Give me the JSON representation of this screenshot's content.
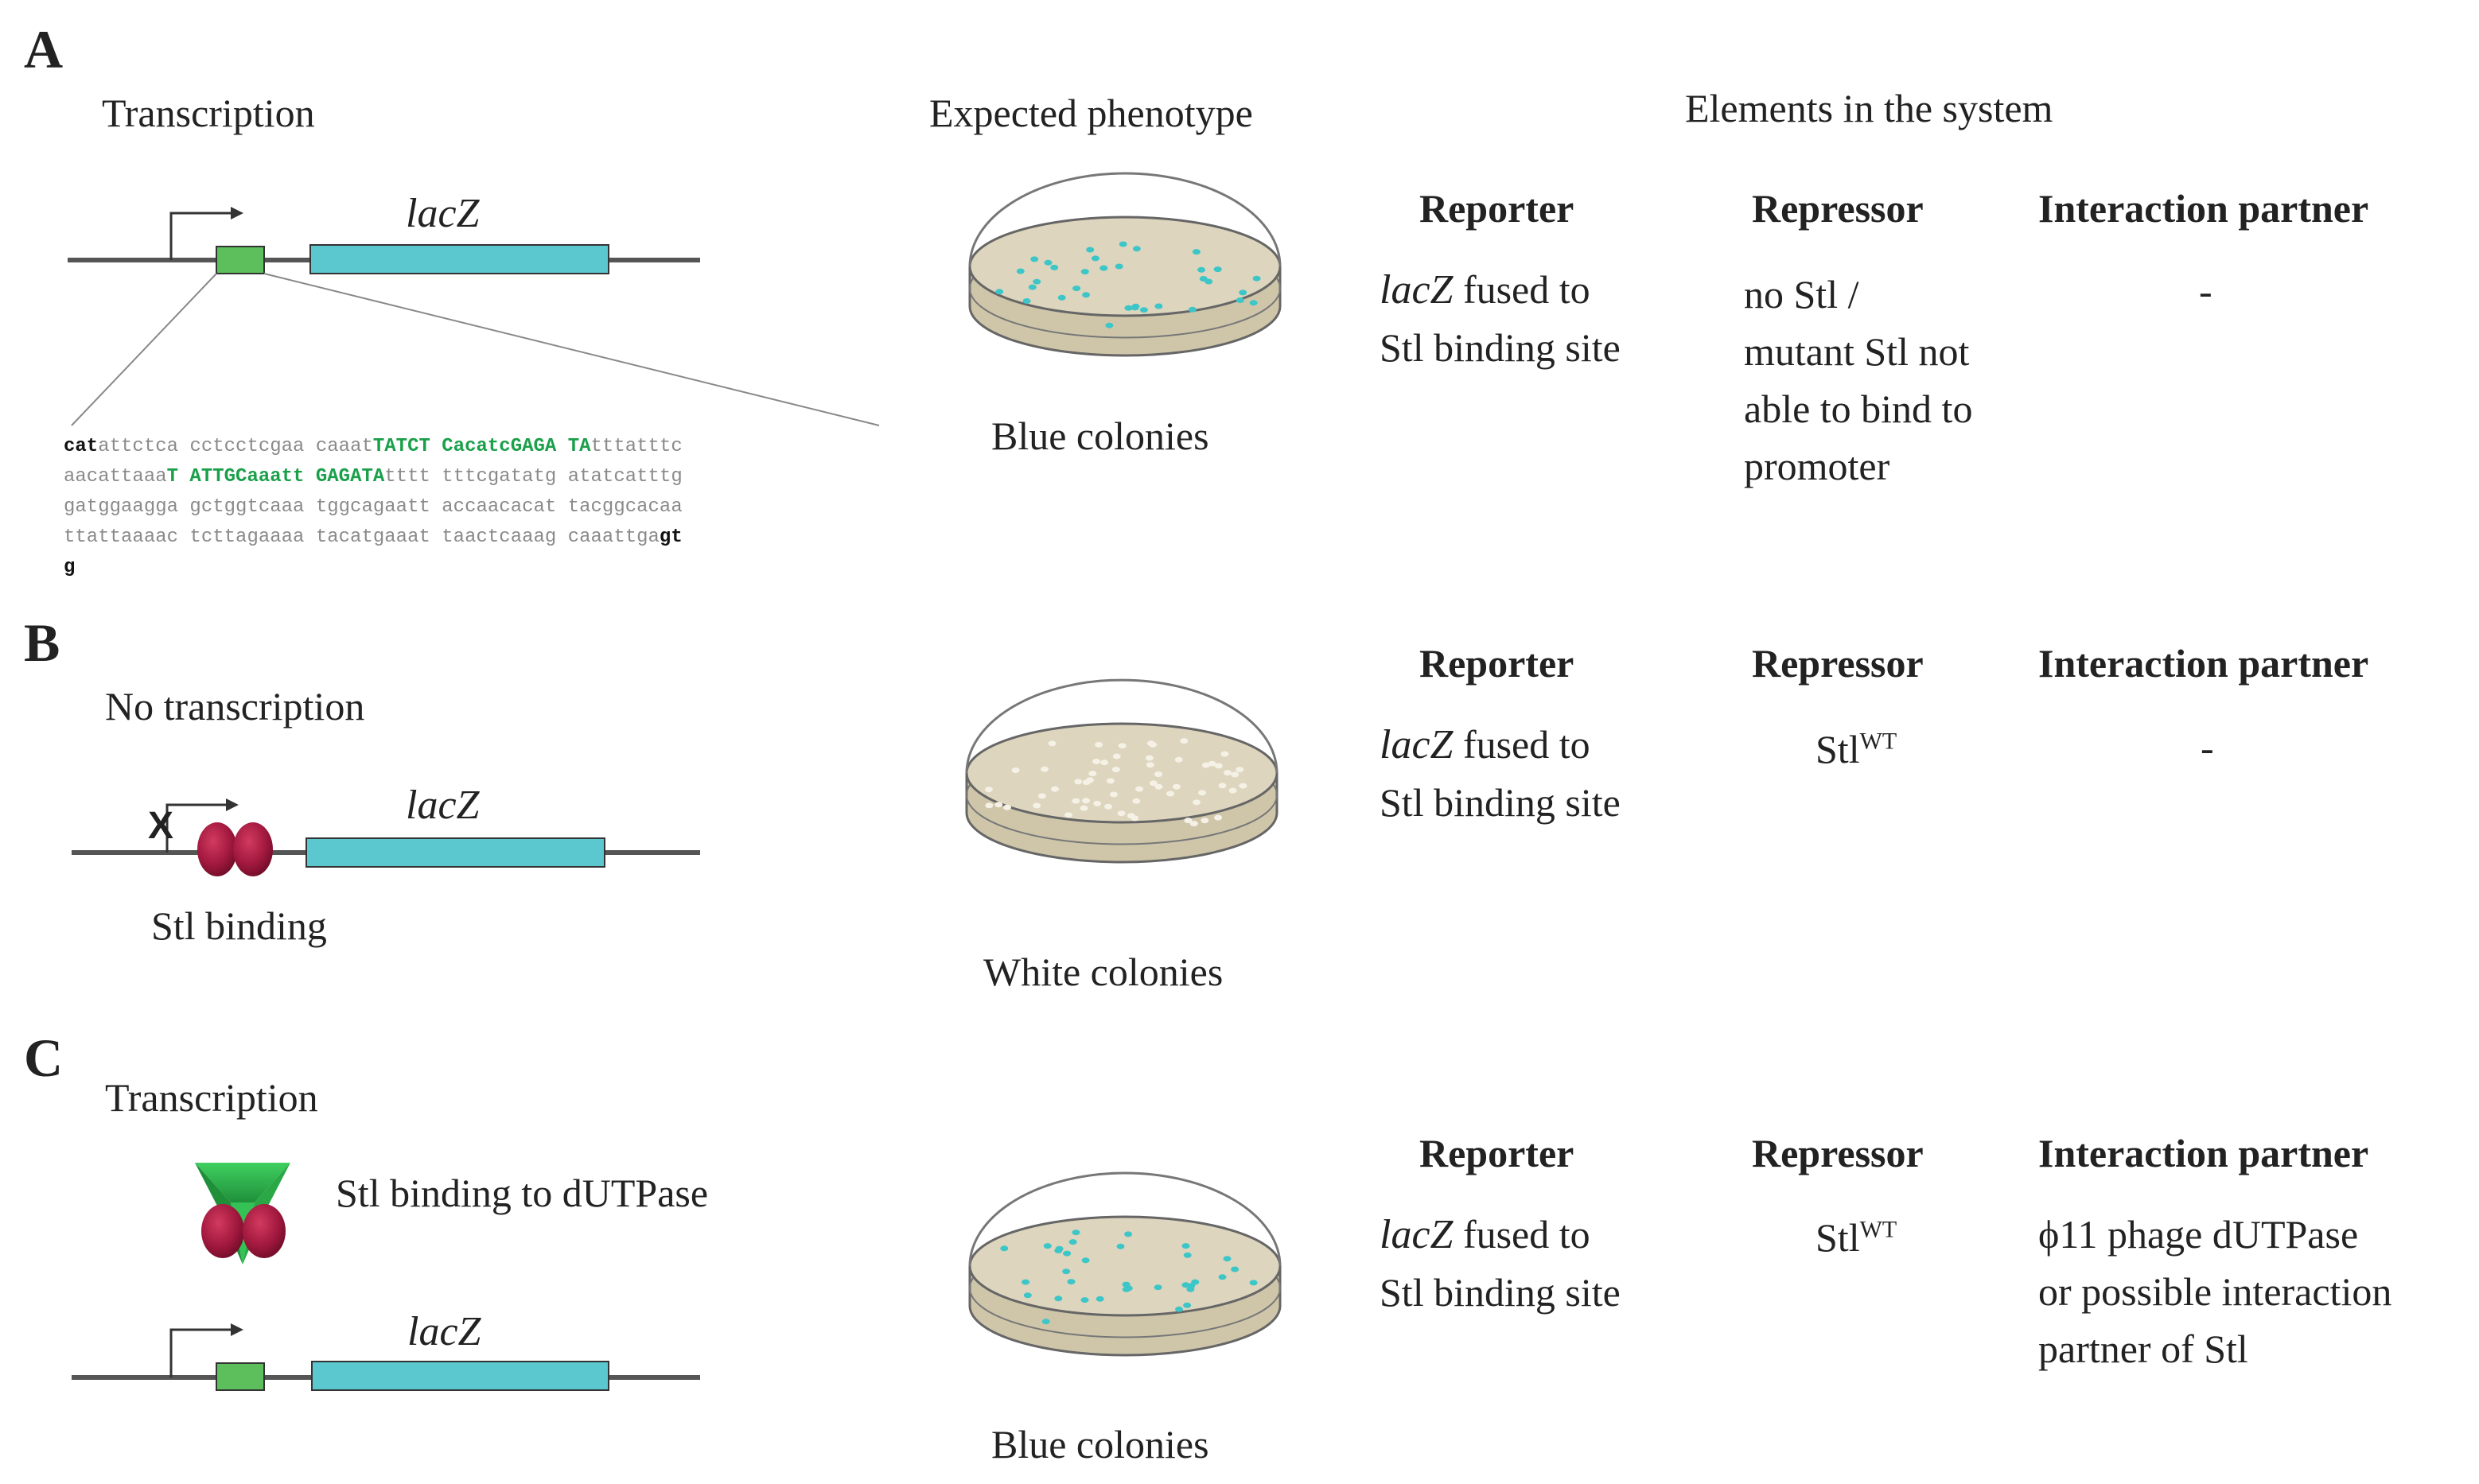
{
  "headers": {
    "expected_phenotype": "Expected phenotype",
    "elements_in_system": "Elements in the system"
  },
  "columns": {
    "reporter": "Reporter",
    "repressor": "Repressor",
    "interaction_partner": "Interaction partner"
  },
  "gene_label": "lacZ",
  "panels": {
    "A": {
      "label": "A",
      "state": "Transcription",
      "phenotype": "Blue colonies",
      "reporter_pre": "lacZ",
      "reporter_post": " fused to",
      "reporter_line2": "Stl binding site",
      "repressor_lines": [
        "no Stl /",
        "mutant Stl not",
        "able to bind to",
        "promoter"
      ],
      "partner": "-"
    },
    "B": {
      "label": "B",
      "state": "No transcription",
      "binding": "Stl binding",
      "phenotype": "White colonies",
      "reporter_pre": "lacZ",
      "reporter_post": " fused to",
      "reporter_line2": "Stl binding site",
      "repressor": "Stl",
      "repressor_sup": "WT",
      "partner": "-",
      "block_mark": "X"
    },
    "C": {
      "label": "C",
      "state": "Transcription",
      "binding": "Stl binding to dUTPase",
      "phenotype": "Blue colonies",
      "reporter_pre": "lacZ",
      "reporter_post": " fused to",
      "reporter_line2": "Stl binding site",
      "repressor": "Stl",
      "repressor_sup": "WT",
      "partner_lines": [
        "ϕ11 phage dUTPase",
        "or possible interaction",
        "partner of Stl"
      ]
    }
  },
  "sequence": {
    "lines": [
      [
        {
          "t": "cat",
          "s": "b"
        },
        {
          "t": "attctca cctcctcgaa caaat"
        },
        {
          "t": "TATCT CacatcGAGA TA",
          "s": "g"
        },
        {
          "t": "tttatttc"
        }
      ],
      [
        {
          "t": "aacattaaa"
        },
        {
          "t": "T ATTGCaaatt GAGATA",
          "s": "g"
        },
        {
          "t": "tttt tttcgatatg atatcatttg"
        }
      ],
      [
        {
          "t": "gatggaagga gctggtcaaa tggcagaatt accaacacat tacggcacaa"
        }
      ],
      [
        {
          "t": "ttattaaaac tcttagaaaa tacatgaaat taactcaaag caaattga"
        },
        {
          "t": "gt",
          "s": "b"
        }
      ],
      [
        {
          "t": "g",
          "s": "b"
        }
      ]
    ]
  },
  "colors": {
    "dna_line": "#555555",
    "gene_fill": "#5bc8cf",
    "binding_site": "#5cbf5c",
    "stl_protein": "#a3193f",
    "dutpase": "#2ab34a",
    "sequence_highlight": "#1aa04a",
    "agar": "#ddd5bd",
    "blue_colony": "#3cc6c8",
    "white_colony": "#f5f1e6"
  }
}
